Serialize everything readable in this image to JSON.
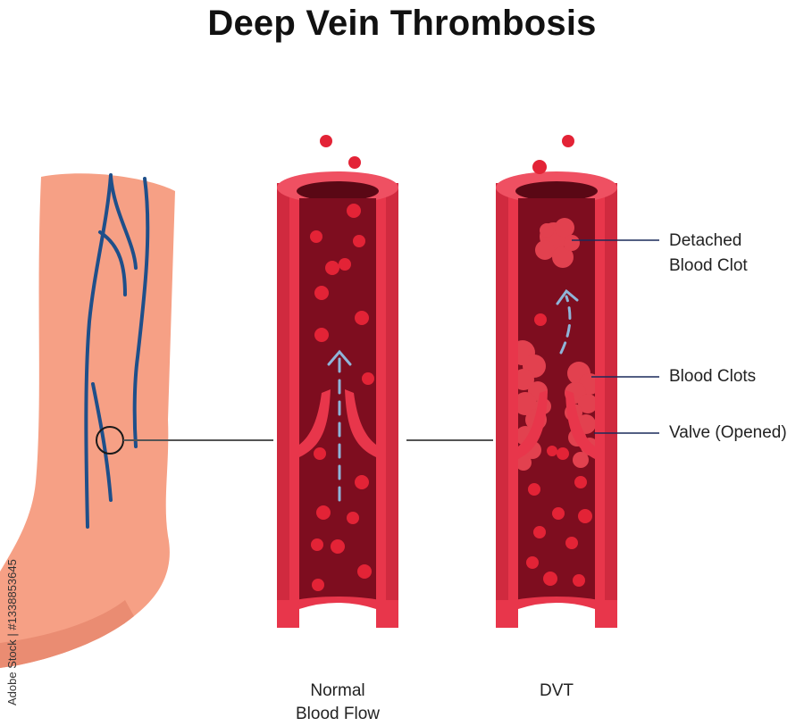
{
  "title": "Deep Vein Thrombosis",
  "labels": {
    "detached_clot": [
      "Detached",
      "Blood Clot"
    ],
    "blood_clots": "Blood Clots",
    "valve": "Valve (Opened)"
  },
  "captions": {
    "normal": [
      "Normal",
      "Blood Flow"
    ],
    "dvt": "DVT"
  },
  "watermark": "Adobe Stock | #1338853645",
  "colors": {
    "skin": "#f6a085",
    "skin_shadow": "#ea8c72",
    "vein": "#1e4f8a",
    "vessel_wall": "#e8364b",
    "vessel_lumen": "#7e0d1f",
    "blood_cell": "#e32336",
    "clot": "#e2414f",
    "flow_arrow": "#8fb4d8",
    "leader_line": "#555555",
    "label_line_navy": "#1a2a5a"
  }
}
